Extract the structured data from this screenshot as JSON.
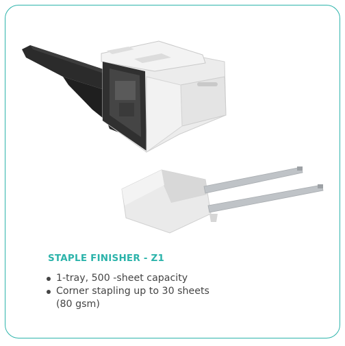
{
  "colors": {
    "accent": "#2bb3aa",
    "text": "#444444",
    "device_body": "#e9e9e9",
    "tray_dark": "#2b2b2b",
    "rail": "#b8bcc0"
  },
  "product": {
    "image_icon": "staple-finisher-illustration",
    "title": "STAPLE FINISHER - Z1",
    "features": [
      "1-tray, 500 -sheet capacity",
      "Corner stapling up to 30 sheets",
      "(80 gsm)"
    ]
  }
}
